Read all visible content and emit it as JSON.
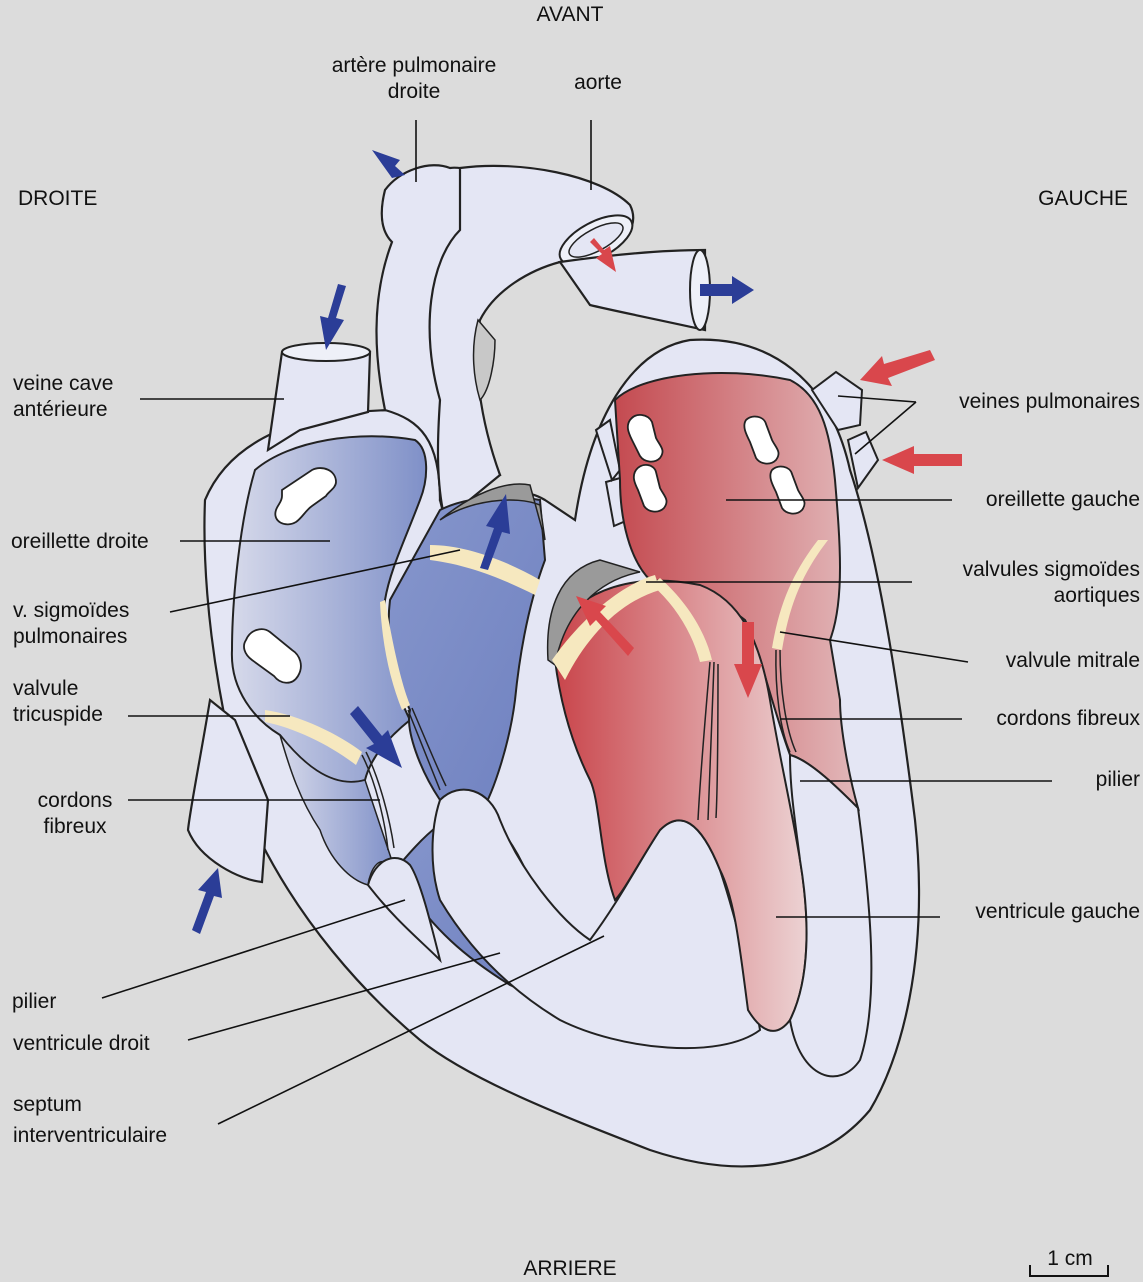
{
  "orientation": {
    "front": "AVANT",
    "back": "ARRIERE",
    "right": "DROITE",
    "left": "GAUCHE"
  },
  "labels": {
    "pulmonary_artery": [
      "artère pulmonaire",
      "droite"
    ],
    "aorta": "aorte",
    "vena_cava": [
      "veine cave",
      "antérieure"
    ],
    "right_atrium": "oreillette droite",
    "pulmonary_valves": [
      "v.  sigmoïdes",
      "pulmonaires"
    ],
    "tricuspid_valve": [
      "valvule",
      "tricuspide"
    ],
    "chordae_right": [
      "cordons",
      "fibreux"
    ],
    "pillar_right": "pilier",
    "right_ventricle": "ventricule droit",
    "septum": [
      "septum",
      "interventriculaire"
    ],
    "pulmonary_veins": "veines pulmonaires",
    "left_atrium": "oreillette gauche",
    "aortic_valves": [
      "valvules  sigmoïdes",
      "aortiques"
    ],
    "mitral_valve": "valvule mitrale",
    "chordae_left": "cordons fibreux",
    "pillar_left": "pilier",
    "left_ventricle": "ventricule gauche"
  },
  "scale": "1 cm",
  "colors": {
    "background": "#dcdcdc",
    "heart_wall": "#e4e6f4",
    "deoxygenated": "#7f8fc6",
    "oxygenated": "#cf5a5e",
    "valve": "#f6e8bf",
    "arrow_blue": "#2b3d97",
    "arrow_red": "#d9474c"
  }
}
